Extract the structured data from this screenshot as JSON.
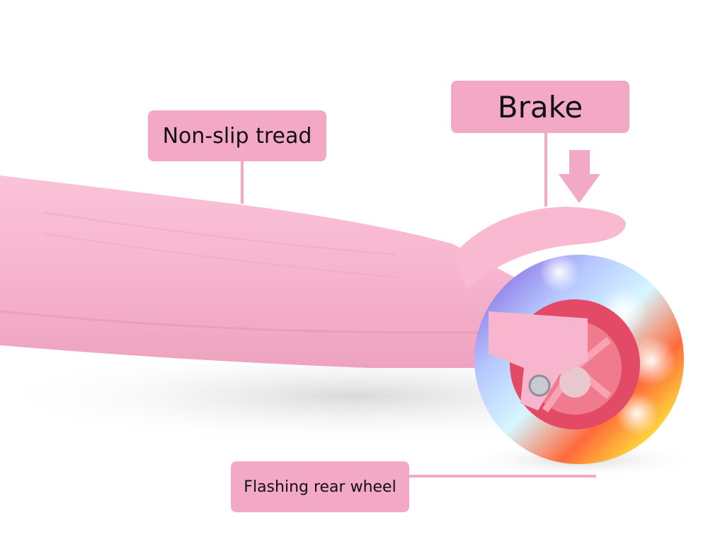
{
  "labels": {
    "tread": "Non-slip tread",
    "brake": "Brake",
    "wheel": "Flashing rear wheel"
  },
  "colors": {
    "background": "#ffffff",
    "label_fill": "#f3a9c6",
    "label_text": "#111111",
    "deck_pink": "#f6b3cd",
    "leader_line": "#f3a9c6",
    "wheel_hub": "#f07a8e"
  },
  "icons": {
    "brake_arrow": "arrow-down-icon"
  }
}
